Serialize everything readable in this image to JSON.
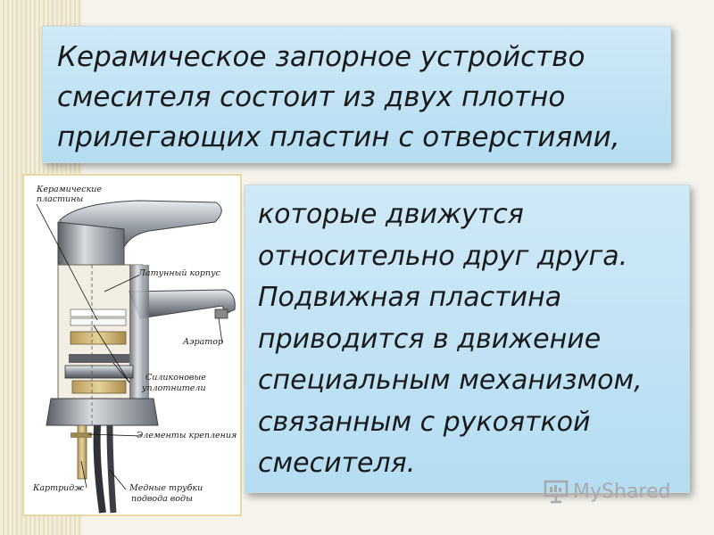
{
  "slide": {
    "top_text": [
      "Керамическое запорное устройство",
      "смесителя состоит из двух плотно",
      "прилегающих пластин с отверстиями,"
    ],
    "right_text": [
      "которые движутся",
      "относительно друг друга.",
      "Подвижная пластина",
      "приводится в движение",
      "специальным механизмом,",
      "связанным с рукояткой",
      "смесителя."
    ]
  },
  "figure": {
    "labels": {
      "ceramic_plates_1": "Керамические",
      "ceramic_plates_2": "пластины",
      "brass_body": "Латунный корпус",
      "aerator": "Аэратор",
      "silicone_1": "Силиконовые",
      "silicone_2": "уплотнители",
      "fasteners": "Элементы крепления",
      "cartridge": "Картридж",
      "copper_tubes_1": "Медные трубки",
      "copper_tubes_2": "подвода воды"
    }
  },
  "watermark": {
    "text": "MyShared"
  },
  "colors": {
    "box_fill": "#c2e3f5",
    "figure_border": "#e6d9a4",
    "chrome": "#8a8f96"
  }
}
